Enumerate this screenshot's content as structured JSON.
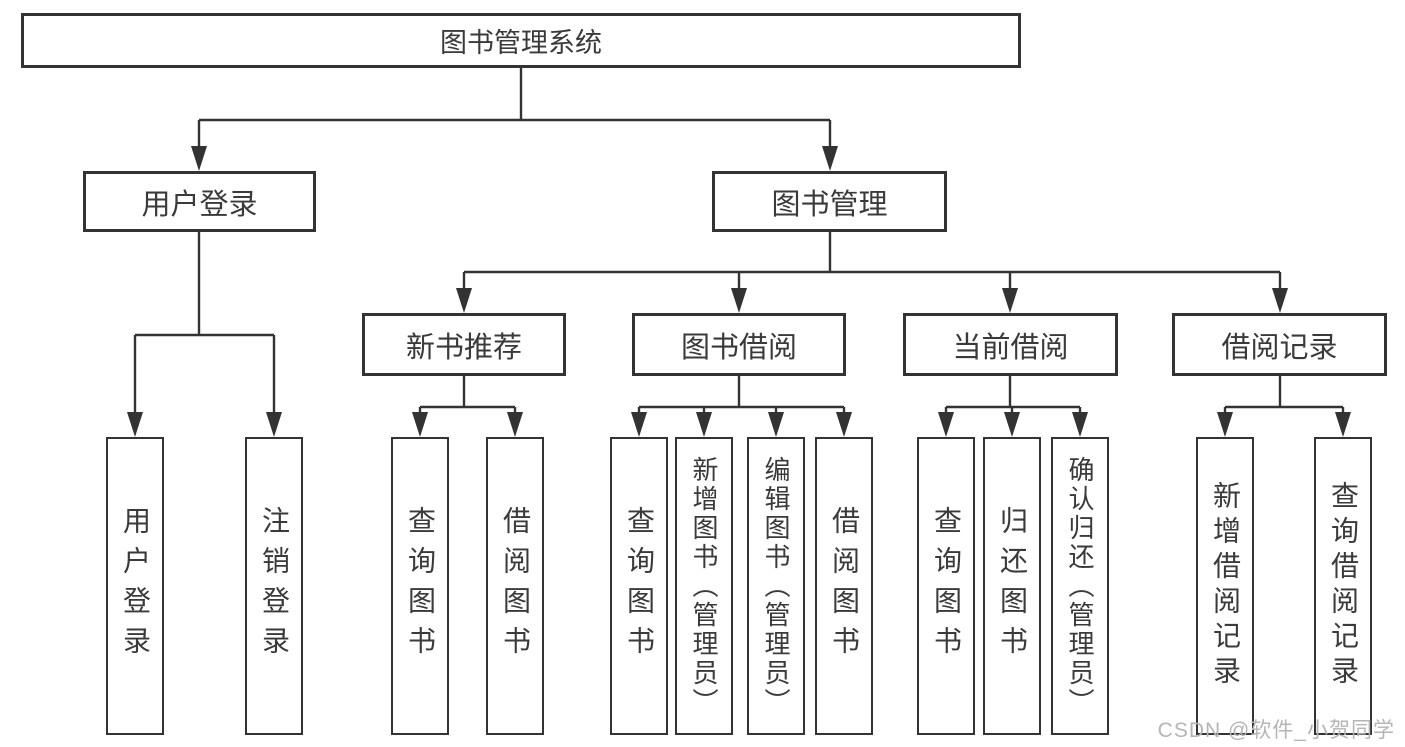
{
  "diagram": {
    "root": {
      "label": "图书管理系统"
    },
    "level2": [
      {
        "label": "用户登录"
      },
      {
        "label": "图书管理"
      }
    ],
    "level3": [
      {
        "label": "新书推荐"
      },
      {
        "label": "图书借阅"
      },
      {
        "label": "当前借阅"
      },
      {
        "label": "借阅记录"
      }
    ],
    "leaves": [
      {
        "label": "用户登录"
      },
      {
        "label": "注销登录"
      },
      {
        "label": "查询图书"
      },
      {
        "label": "借阅图书"
      },
      {
        "label": "查询图书"
      },
      {
        "label": "新增图书（管理员）"
      },
      {
        "label": "编辑图书（管理员）"
      },
      {
        "label": "借阅图书"
      },
      {
        "label": "查询图书"
      },
      {
        "label": "归还图书"
      },
      {
        "label": "确认归还（管理员）"
      },
      {
        "label": "新增借阅记录"
      },
      {
        "label": "查询借阅记录"
      }
    ]
  },
  "watermark": {
    "text": "CSDN @软件_小贺同学"
  },
  "colors": {
    "line": "#333333",
    "text": "#3a3a3a",
    "watermark": "#b5b5b5",
    "background": "#ffffff"
  }
}
